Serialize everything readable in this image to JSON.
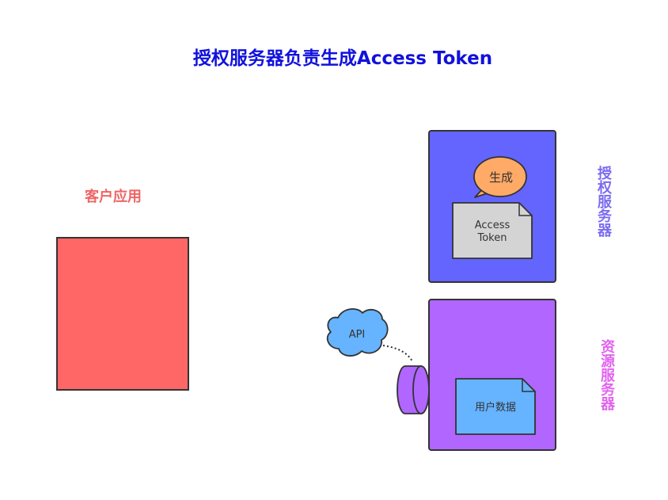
{
  "title": "授权服务器负责生成Access Token",
  "client": {
    "label": "客户应用"
  },
  "auth_server": {
    "label": "授权服务器",
    "bubble_text": "生成",
    "doc_line1": "Access",
    "doc_line2": "Token"
  },
  "resource_server": {
    "label": "资源服务器",
    "doc_text": "用户数据"
  },
  "api": {
    "label": "API"
  },
  "colors": {
    "title": "#1111dd",
    "client_fill": "#ff6666",
    "client_label": "#f06464",
    "auth_fill": "#6464ff",
    "auth_label": "#7b6bf0",
    "resource_fill": "#b066ff",
    "resource_label": "#e262ef",
    "bubble_fill": "#ffaa66",
    "doc_gray": "#d4d4d4",
    "doc_blue": "#66b3ff",
    "cloud_fill": "#66b3ff",
    "cylinder_fill": "#b066ff",
    "stroke": "#333333"
  }
}
